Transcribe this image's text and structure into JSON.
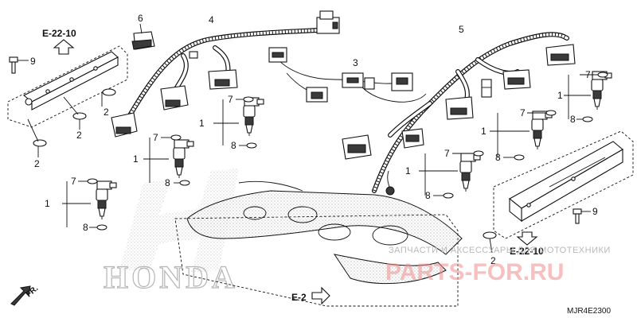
{
  "callouts": {
    "ref_e22_top": "E-22-10",
    "ref_e22_bottom": "E-22-10",
    "ref_e2": "E-2",
    "fr": "FR."
  },
  "labels": {
    "n1": "1",
    "n2": "2",
    "n3": "3",
    "n4": "4",
    "n5": "5",
    "n6": "6",
    "n7": "7",
    "n8": "8",
    "n9": "9"
  },
  "diagram_code": "MJR4E2300",
  "watermark": {
    "caption": "ЗАПЧАСТИ И АКСЕССУАРЫ ДЛЯ МОТОТЕХНИКИ",
    "site": "PARTS-FOR.RU"
  },
  "brand": "HONDA",
  "colors": {
    "line": "#111111",
    "watermark_red": "#f08c8c",
    "watermark_grey": "#b9b9b9"
  }
}
